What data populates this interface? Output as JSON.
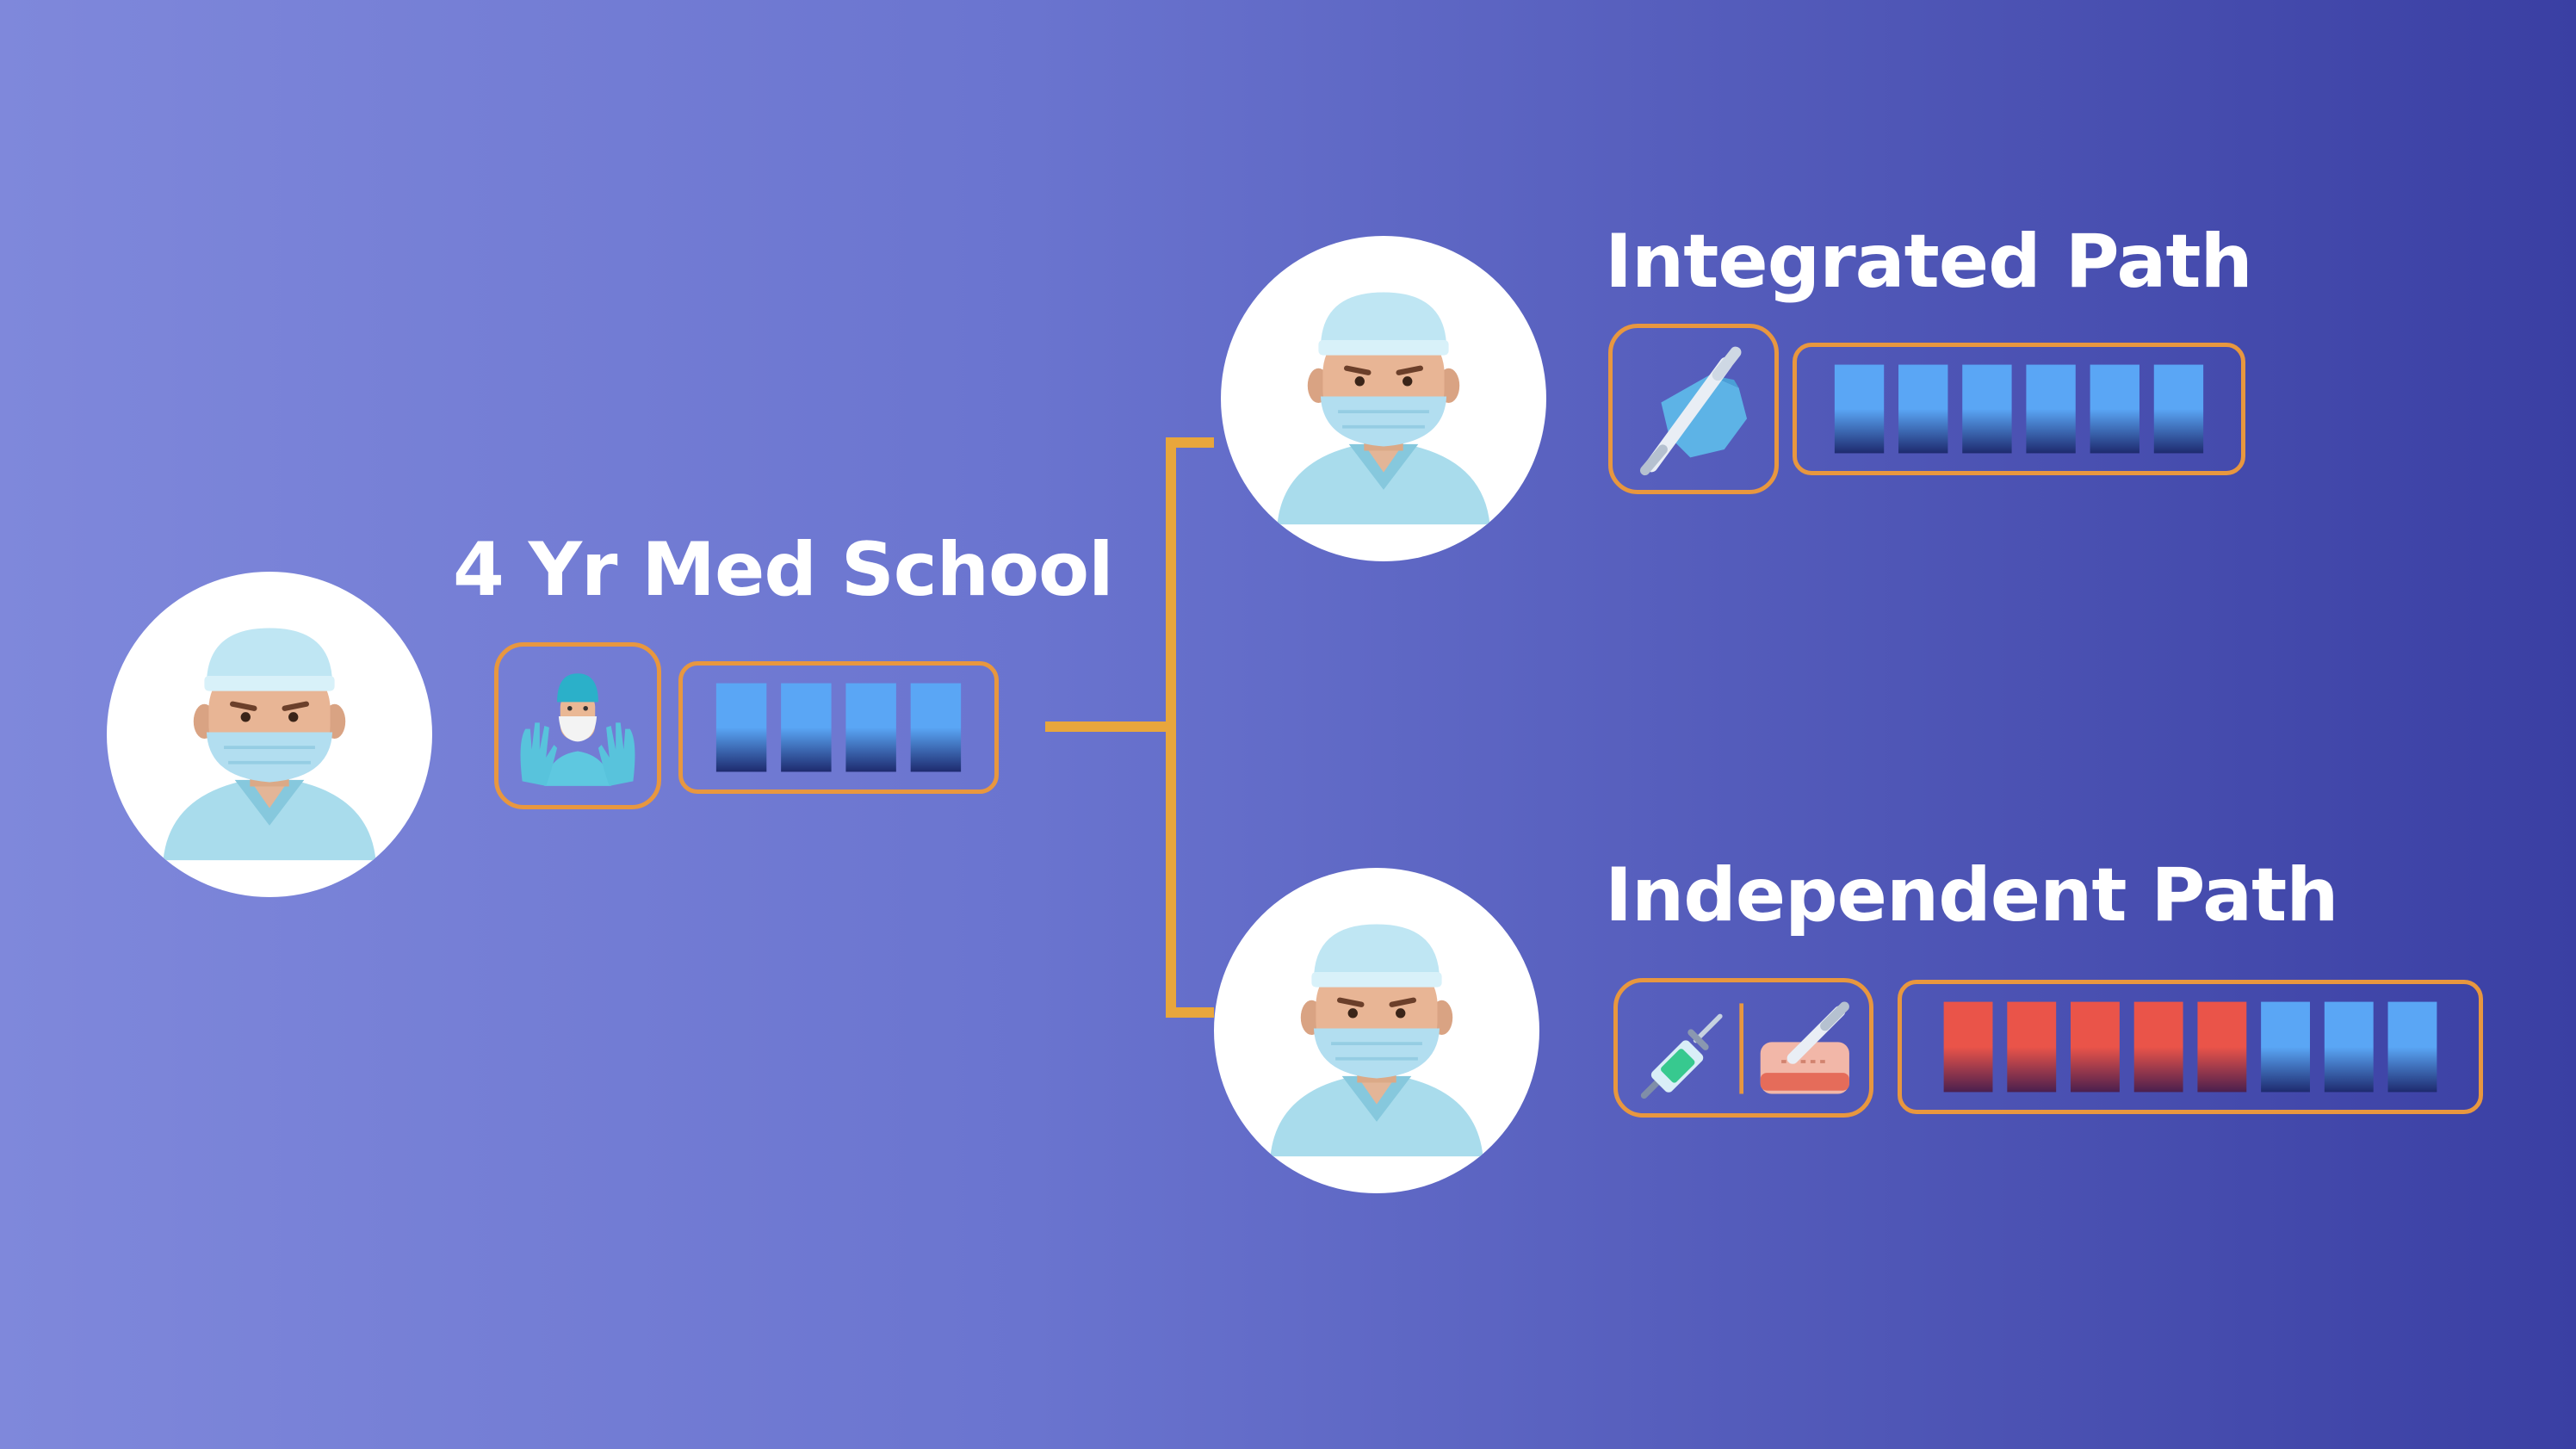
{
  "stages": {
    "med_school": {
      "title": "4 Yr Med School",
      "years": [
        "blue",
        "blue",
        "blue",
        "blue"
      ]
    },
    "integrated": {
      "title": "Integrated Path",
      "years": [
        "blue",
        "blue",
        "blue",
        "blue",
        "blue",
        "blue"
      ]
    },
    "independent": {
      "title": "Independent Path",
      "years": [
        "red",
        "red",
        "red",
        "red",
        "red",
        "blue",
        "blue",
        "blue"
      ]
    }
  },
  "colors": {
    "background_left": "#7f88db",
    "background_right": "#3a3fa3",
    "frame": "#e8973f",
    "connector": "#e8a63c",
    "blue_top": "#5aa6f5",
    "blue_bottom": "#1e2a6e",
    "red_top": "#ea5449",
    "red_bottom": "#4a1f4e"
  },
  "icons": {
    "med_school": "surgeon-gloves-icon",
    "integrated": "scalpel-glove-icon",
    "independent": [
      "syringe-icon",
      "scalpel-incision-icon"
    ],
    "avatar": "surgeon-avatar-icon"
  }
}
